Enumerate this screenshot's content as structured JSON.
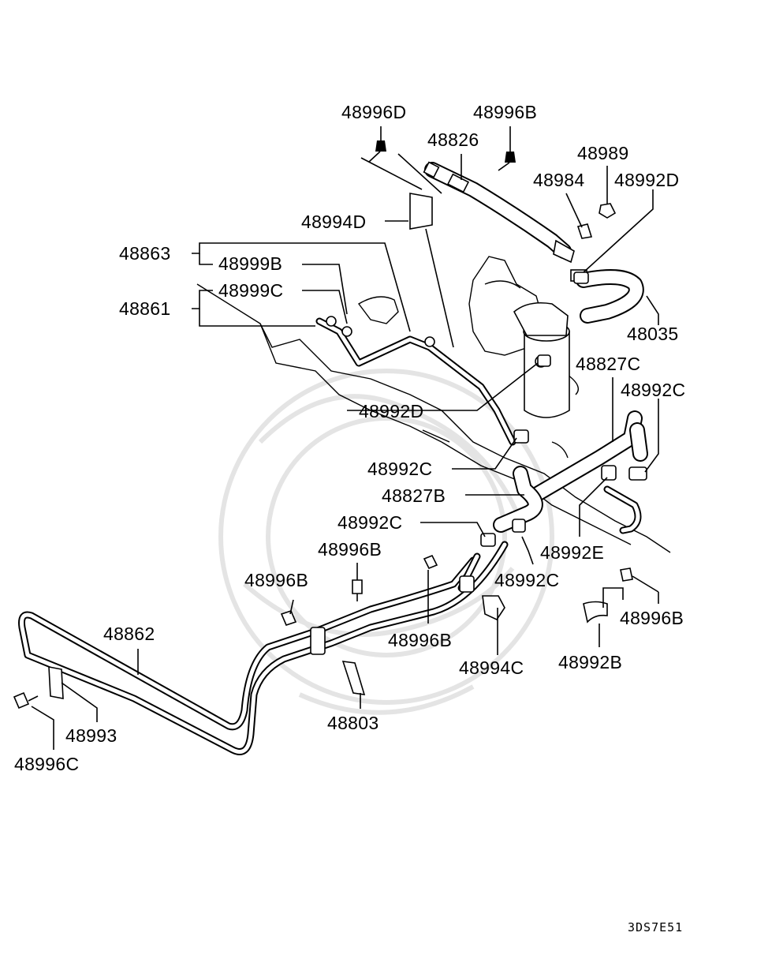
{
  "diagram": {
    "callouts": [
      {
        "id": "c1",
        "text": "48996D"
      },
      {
        "id": "c2",
        "text": "48996B"
      },
      {
        "id": "c3",
        "text": "48826"
      },
      {
        "id": "c4",
        "text": "48989"
      },
      {
        "id": "c5",
        "text": "48984"
      },
      {
        "id": "c6",
        "text": "48992D"
      },
      {
        "id": "c7",
        "text": "48994D"
      },
      {
        "id": "c8",
        "text": "48863"
      },
      {
        "id": "c9",
        "text": "48999B"
      },
      {
        "id": "c10",
        "text": "48999C"
      },
      {
        "id": "c11",
        "text": "48861"
      },
      {
        "id": "c12",
        "text": "48035"
      },
      {
        "id": "c13",
        "text": "48827C"
      },
      {
        "id": "c14",
        "text": "48992C"
      },
      {
        "id": "c15",
        "text": "48992D"
      },
      {
        "id": "c16",
        "text": "48992C"
      },
      {
        "id": "c17",
        "text": "48827B"
      },
      {
        "id": "c18",
        "text": "48992C"
      },
      {
        "id": "c19",
        "text": "48992E"
      },
      {
        "id": "c20",
        "text": "48996B"
      },
      {
        "id": "c21",
        "text": "48992C"
      },
      {
        "id": "c22",
        "text": "48996B"
      },
      {
        "id": "c23",
        "text": "48862"
      },
      {
        "id": "c24",
        "text": "48996B"
      },
      {
        "id": "c25",
        "text": "48996B"
      },
      {
        "id": "c26",
        "text": "48994C"
      },
      {
        "id": "c27",
        "text": "48992B"
      },
      {
        "id": "c28",
        "text": "48803"
      },
      {
        "id": "c29",
        "text": "48993"
      },
      {
        "id": "c30",
        "text": "48996C"
      }
    ],
    "drawing_code": "3DS7E51"
  }
}
